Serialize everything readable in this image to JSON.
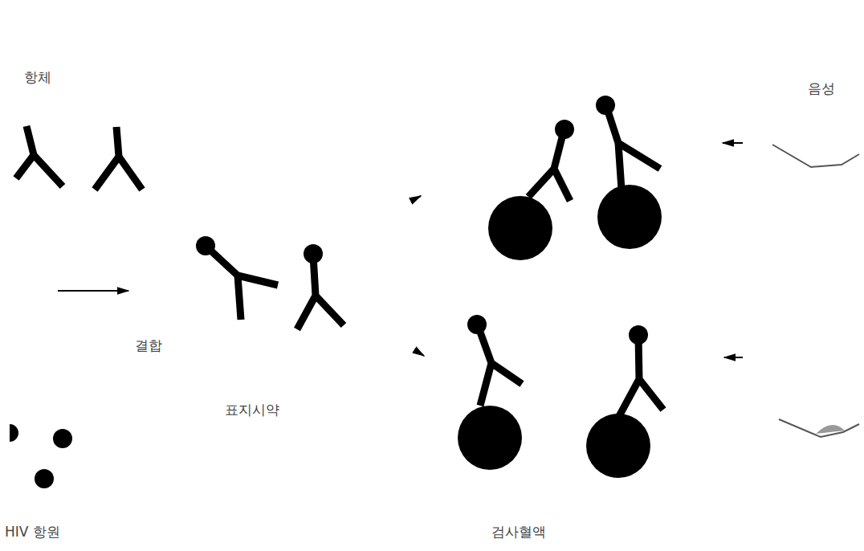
{
  "diagram": {
    "labels": [
      "항체",
      "결합",
      "표지시약",
      "HIV 항원",
      "검사혈액",
      "음성"
    ]
  }
}
